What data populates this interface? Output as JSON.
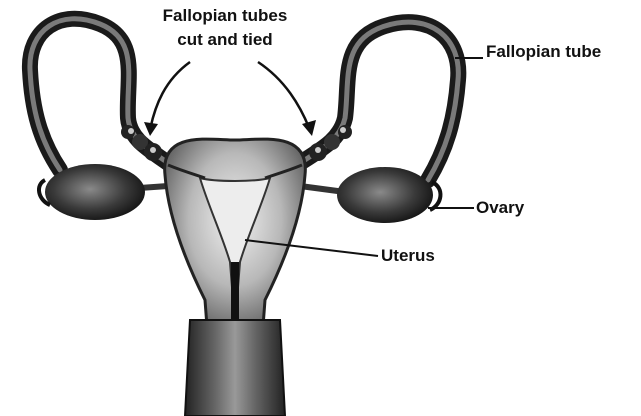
{
  "labels": {
    "ligation_line1": "Fallopian tubes",
    "ligation_line2": "cut and tied",
    "fallopian_tube": "Fallopian tube",
    "ovary": "Ovary",
    "uterus": "Uterus"
  },
  "colors": {
    "ink": "#111111",
    "tissue_dark": "#1a1a1a",
    "tissue_mid": "#6b6b6b",
    "tissue_light": "#c9c9c9",
    "cavity": "#e8e8e8"
  }
}
